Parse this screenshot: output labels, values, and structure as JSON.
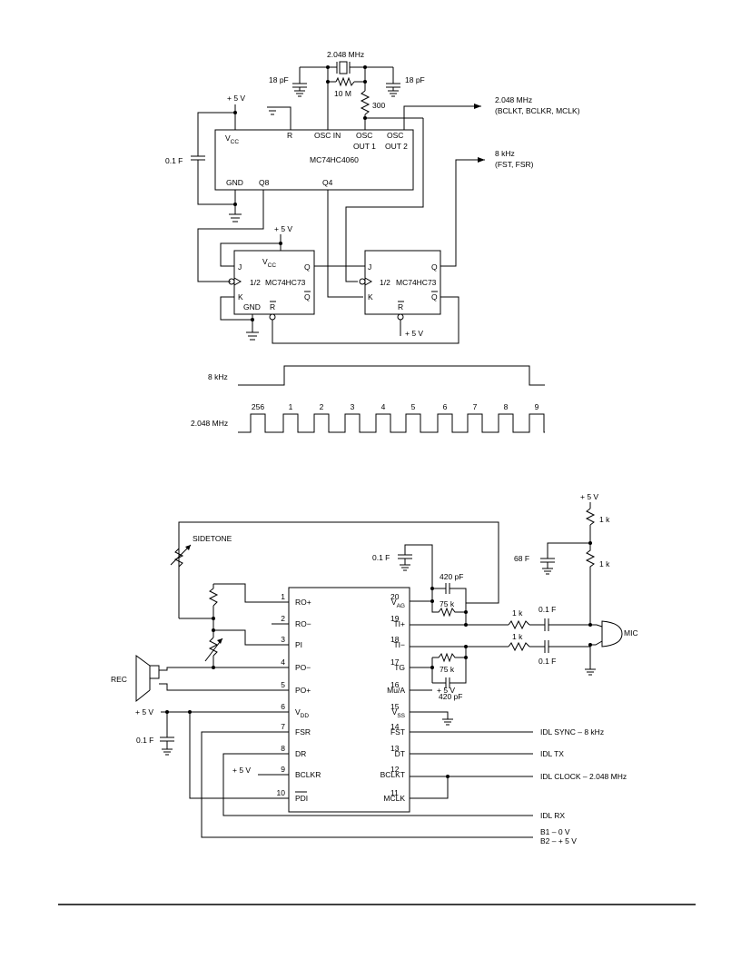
{
  "top_circuit": {
    "crystal_freq": "2.048 MHz",
    "cap_left": "18 pF",
    "cap_right": "18 pF",
    "res_10m": "10 M",
    "res_300": "300",
    "vcc_supply": "+ 5 V",
    "cap_decouple": "0.1   F",
    "out_clk_freq": "2.048 MHz",
    "out_clk_names": "(BCLKT, BCLKR, MCLK)",
    "out_sync_freq": "8 kHz",
    "out_sync_names": "(FST, FSR)",
    "osc_chip": {
      "name": "MC74HC4060",
      "vcc": "V",
      "vcc_sub": "CC",
      "r": "R",
      "osc_in": "OSC IN",
      "osc_out1_a": "OSC",
      "osc_out1_b": "OUT 1",
      "osc_out2_a": "OSC",
      "osc_out2_b": "OUT 2",
      "gnd": "GND",
      "q8": "Q8",
      "q4": "Q4"
    },
    "ff1": {
      "supply": "+ 5 V",
      "j": "J",
      "q": "Q",
      "k": "K",
      "qbar": "Q",
      "vcc": "V",
      "vcc_sub": "CC",
      "name_a": "1/2",
      "name_b": "MC74HC73",
      "gnd": "GND",
      "rbar": "R"
    },
    "ff2": {
      "j": "J",
      "q": "Q",
      "k": "K",
      "qbar": "Q",
      "name_a": "1/2",
      "name_b": "MC74HC73",
      "rbar": "R",
      "supply": "+ 5 V"
    }
  },
  "timing": {
    "label_8k": "8 kHz",
    "label_clk": "2.048 MHz",
    "pulse_numbers": [
      "256",
      "1",
      "2",
      "3",
      "4",
      "5",
      "6",
      "7",
      "8",
      "9"
    ]
  },
  "bottom_circuit": {
    "sidetone": "SIDETONE",
    "rec": "REC",
    "mic": "MIC",
    "supply_top": "+ 5 V",
    "res_1k_a": "1 k",
    "res_1k_b": "1 k",
    "cap_68": "68   F",
    "cap_01_top": "0.1   F",
    "cap_420_top": "420 pF",
    "res_75k_top": "75 k",
    "res_75k_bot": "75 k",
    "cap_420_bot": "420 pF",
    "mic_res_a": "1 k",
    "mic_res_b": "1 k",
    "mic_cap_a": "0.1   F",
    "mic_cap_b": "0.1   F",
    "supply_left": "+ 5 V",
    "cap_01_left": "0.1   F",
    "supply_bclkr": "+ 5 V",
    "supply_mua": "+ 5 V",
    "pins_left": [
      {
        "num": "1",
        "name": "RO+"
      },
      {
        "num": "2",
        "name": "RO−"
      },
      {
        "num": "3",
        "name": "PI"
      },
      {
        "num": "4",
        "name": "PO−"
      },
      {
        "num": "5",
        "name": "PO+"
      },
      {
        "num": "6",
        "name": "V",
        "sub": "DD"
      },
      {
        "num": "7",
        "name": "FSR"
      },
      {
        "num": "8",
        "name": "DR"
      },
      {
        "num": "9",
        "name": "BCLKR"
      },
      {
        "num": "10",
        "name": "PDI"
      }
    ],
    "pins_right": [
      {
        "num": "20",
        "name": "V",
        "sub": "AG"
      },
      {
        "num": "19",
        "name": "TI+"
      },
      {
        "num": "18",
        "name": "TI−"
      },
      {
        "num": "17",
        "name": "TG"
      },
      {
        "num": "16",
        "name": "Mu/A"
      },
      {
        "num": "15",
        "name": "V",
        "sub": "SS"
      },
      {
        "num": "14",
        "name": "FST"
      },
      {
        "num": "13",
        "name": "DT"
      },
      {
        "num": "12",
        "name": "BCLKT"
      },
      {
        "num": "11",
        "name": "MCLK"
      }
    ],
    "sig_sync": "IDL SYNC – 8 kHz",
    "sig_tx": "IDL TX",
    "sig_clock": "IDL CLOCK – 2.048 MHz",
    "sig_rx": "IDL RX",
    "sig_b1": "B1 – 0 V",
    "sig_b2": "B2 – + 5 V"
  }
}
